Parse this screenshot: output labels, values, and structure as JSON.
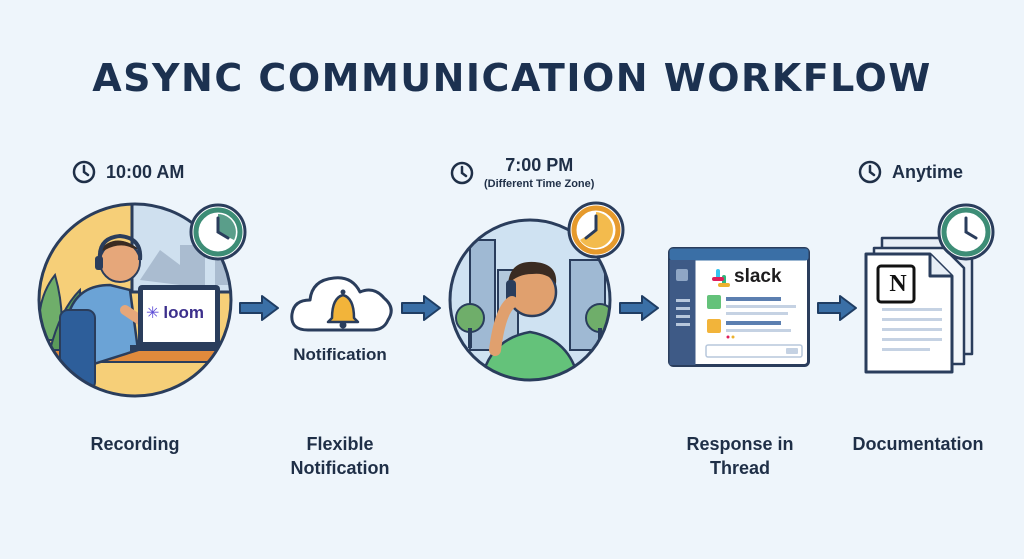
{
  "title": "ASYNC COMMUNICATION WORKFLOW",
  "times": {
    "t1": "10:00 AM",
    "t2": "7:00 PM",
    "t2_sub": "(Different Time Zone)",
    "t3": "Anytime"
  },
  "apps": {
    "loom": "loom",
    "slack": "slack",
    "notion": "N"
  },
  "steps": {
    "notification_inline": "Notification",
    "recording": "Recording",
    "flexible_line1": "Flexible",
    "flexible_line2": "Notification",
    "response_line1": "Response in",
    "response_line2": "Thread",
    "documentation": "Documentation"
  },
  "icons": [
    "clock-icon",
    "bell-icon",
    "cloud-icon",
    "arrow-right-icon",
    "phone-icon",
    "document-icon"
  ],
  "colors": {
    "navy": "#1c3150",
    "arrow": "#3a6fa6",
    "clock_green": "#3d8d76",
    "clock_orange": "#e69a2c",
    "bg": "#eef5fb"
  }
}
